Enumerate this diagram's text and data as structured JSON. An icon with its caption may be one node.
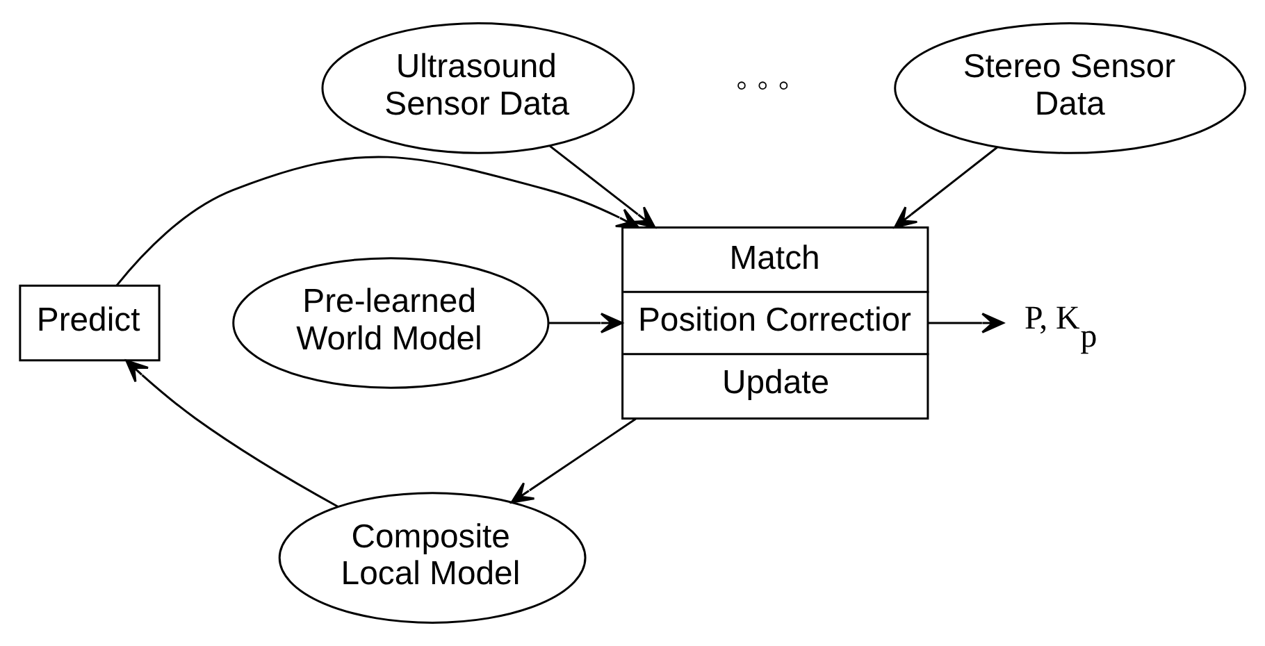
{
  "diagram": {
    "nodes": [
      {
        "text": [
          "Ultrasound Sensor Data"
        ]
      },
      {
        "text": [
          "Stereo Sensor Data"
        ]
      },
      {
        "text": [
          "Pre-learned World Model"
        ]
      },
      {
        "text": [
          "Match",
          "Position Correctior",
          "Update"
        ]
      },
      {
        "text": [
          "Predict"
        ]
      },
      {
        "text": [
          "Composite Local Model"
        ]
      },
      {
        "text": [
          "P, K$_{p}$"
        ]
      }
    ],
    "edges": [
      {
        "from": 0,
        "to": 3,
        "arrow": "to"
      },
      {
        "from": 1,
        "to": 3,
        "arrow": "to"
      },
      {
        "from": 2,
        "to": 3,
        "arrow": "to"
      },
      {
        "from": 3,
        "to": 6,
        "arrow": "to"
      },
      {
        "from": 3,
        "to": 5,
        "arrow": "to"
      },
      {
        "from": 5,
        "to": 4,
        "arrow": "to"
      },
      {
        "from": 4,
        "to": 3,
        "arrow": "to"
      }
    ],
    "labels": [
      "◦ ◦ ◦"
    ]
  }
}
